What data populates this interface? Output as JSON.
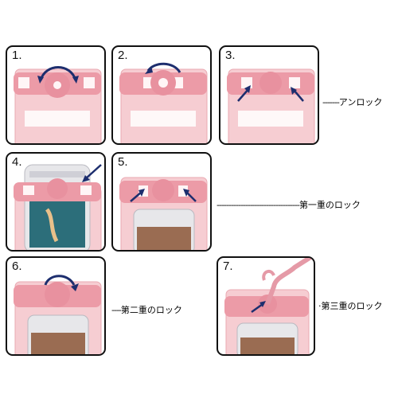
{
  "steps": [
    {
      "number": "1."
    },
    {
      "number": "2."
    },
    {
      "number": "3."
    },
    {
      "number": "4."
    },
    {
      "number": "5."
    },
    {
      "number": "6."
    },
    {
      "number": "7."
    }
  ],
  "captions": {
    "unlock": {
      "lead": "-------",
      "text": "アンロック"
    },
    "first_lock": {
      "lead": "-----------------------------------",
      "text": "第一重のロック"
    },
    "second_lock": {
      "lead": "----",
      "text": "第二重のロック"
    },
    "third_lock": {
      "lead": "·",
      "text": "第三重のロック"
    }
  },
  "colors": {
    "pouch_pink": "#f3c3c9",
    "clip_pink": "#eb9aa6",
    "arrow_navy": "#1d2e6e",
    "border": "#111111"
  },
  "icons": [
    "rotate-arrow-icon",
    "press-arrow-icon",
    "lanyard-hook-icon",
    "phone-screen-icon"
  ]
}
